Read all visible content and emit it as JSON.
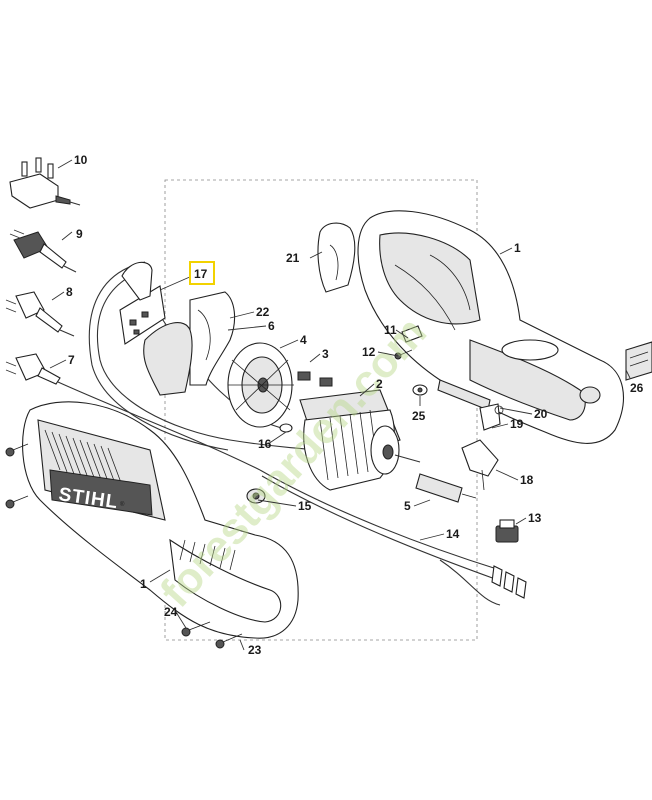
{
  "diagram": {
    "brand_text": "STIHL",
    "brand_mark": "®",
    "watermark_text": "forestgarden.com",
    "highlighted_callout": "17",
    "highlight_color": "#f2d200",
    "callouts": [
      {
        "id": "c10",
        "label": "10"
      },
      {
        "id": "c9",
        "label": "9"
      },
      {
        "id": "c8",
        "label": "8"
      },
      {
        "id": "c7",
        "label": "7"
      },
      {
        "id": "c17",
        "label": "17"
      },
      {
        "id": "c22",
        "label": "22"
      },
      {
        "id": "c6",
        "label": "6"
      },
      {
        "id": "c4",
        "label": "4"
      },
      {
        "id": "c3",
        "label": "3"
      },
      {
        "id": "c2",
        "label": "2"
      },
      {
        "id": "c16",
        "label": "16"
      },
      {
        "id": "c15",
        "label": "15"
      },
      {
        "id": "c5",
        "label": "5"
      },
      {
        "id": "c14",
        "label": "14"
      },
      {
        "id": "c13",
        "label": "13"
      },
      {
        "id": "c21",
        "label": "21"
      },
      {
        "id": "c1a",
        "label": "1"
      },
      {
        "id": "c12",
        "label": "12"
      },
      {
        "id": "c11",
        "label": "11"
      },
      {
        "id": "c25",
        "label": "25"
      },
      {
        "id": "c20",
        "label": "20"
      },
      {
        "id": "c19",
        "label": "19"
      },
      {
        "id": "c18",
        "label": "18"
      },
      {
        "id": "c26",
        "label": "26"
      },
      {
        "id": "c1b",
        "label": "1"
      },
      {
        "id": "c24",
        "label": "24"
      },
      {
        "id": "c23",
        "label": "23"
      }
    ]
  }
}
